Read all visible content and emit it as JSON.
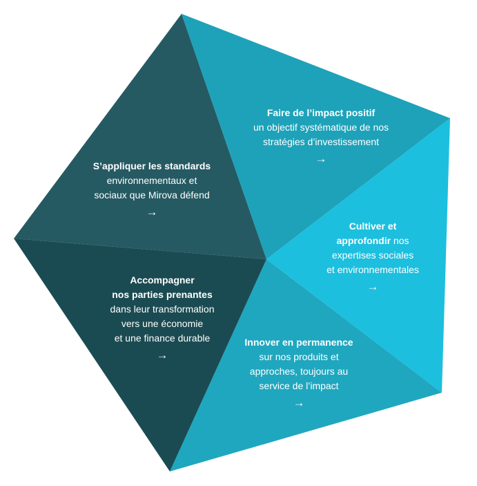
{
  "colors": {
    "top_left": "#265a63",
    "top_right": "#1ea2b9",
    "right": "#1dbfde",
    "bottom_right": "#1fa7bf",
    "bottom_left": "#1b4b52",
    "text": "#ffffff"
  },
  "segments": {
    "top_left": {
      "bold_line": "S’appliquer les standards",
      "line2": "environnementaux et",
      "line3": "sociaux que Mirova défend",
      "arrow": "→"
    },
    "top_right": {
      "bold_line": "Faire de l’impact positif",
      "line2": "un objectif systématique de nos",
      "line3": "stratégies d’investissement",
      "arrow": "→"
    },
    "right": {
      "bold_line1": "Cultiver et",
      "bold_line2": "approfondir",
      "line2_rest": " nos",
      "line3": "expertises sociales",
      "line4": "et environnementales",
      "arrow": "→"
    },
    "bottom_right": {
      "bold_line": "Innover en permanence",
      "line2": "sur nos produits et",
      "line3": "approches, toujours au",
      "line4": "service de l’impact",
      "arrow": "→"
    },
    "bottom_left": {
      "bold_line1": "Accompagner",
      "bold_line2": "nos parties prenantes",
      "line3": "dans leur transformation",
      "line4": "vers une économie",
      "line5": "et une finance durable",
      "arrow": "→"
    }
  }
}
